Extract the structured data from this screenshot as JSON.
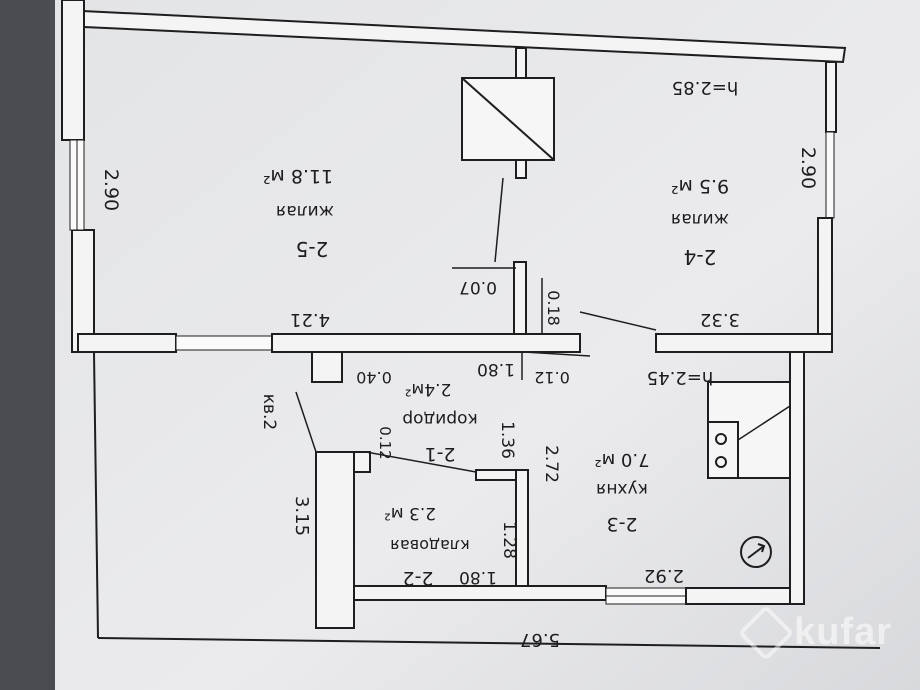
{
  "rooms": {
    "r25": {
      "id": "2-5",
      "type": "жилая",
      "area": "11.8 м²"
    },
    "r24": {
      "id": "2-4",
      "type": "жилая",
      "area": "9.5 м²"
    },
    "r21": {
      "id": "2-1",
      "type": "коридор",
      "area": "2.4м²"
    },
    "r23": {
      "id": "2-3",
      "type": "кухня",
      "area": "7.0 м²"
    },
    "r22": {
      "id": "2-2",
      "type": "кладовая",
      "area": "2.3 м²"
    }
  },
  "heights": {
    "top": "h=2.85",
    "mid": "h=2.45"
  },
  "dims": {
    "d290_left": "2.90",
    "d290_right": "2.90",
    "d421": "4.21",
    "d332": "3.32",
    "d007": "0.07",
    "d018": "0.18",
    "d180_corr": "1.80",
    "d012_corr": "0.12",
    "d040": "0.40",
    "d136": "1.36",
    "d272": "2.72",
    "d012_store": "0.12",
    "d128": "1.28",
    "d180_store": "1.80",
    "d292": "2.92",
    "d315": "3.15",
    "d567": "5.67"
  },
  "apartment_label": "кв.2",
  "watermark": "kufar"
}
